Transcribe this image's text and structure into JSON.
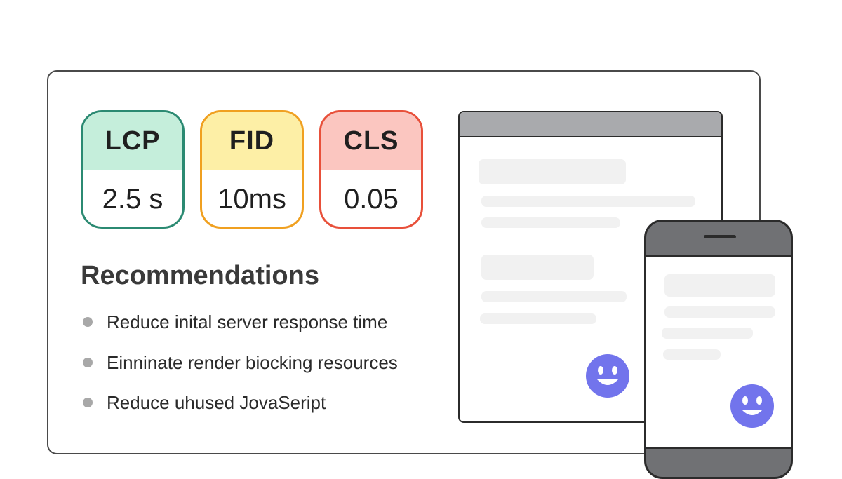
{
  "metrics": [
    {
      "label": "LCP",
      "value": "2.5 s"
    },
    {
      "label": "FID",
      "value": "10ms"
    },
    {
      "label": "CLS",
      "value": "0.05"
    }
  ],
  "colors": {
    "lcp_border": "#2b8a72",
    "lcp_fill": "#c5eedb",
    "fid_border": "#f0a020",
    "fid_fill": "#fdefa6",
    "cls_border": "#e8503a",
    "cls_fill": "#fbc6c0",
    "smiley": "#7274ec"
  },
  "recommendations": {
    "title": "Recommendations",
    "items": [
      "Reduce inital server response time",
      "Einninate render  biocking resources",
      "Reduce uhused JovaSeript"
    ]
  },
  "icons": {
    "desktop_status": "smiley-face-icon",
    "mobile_status": "smiley-face-icon"
  }
}
